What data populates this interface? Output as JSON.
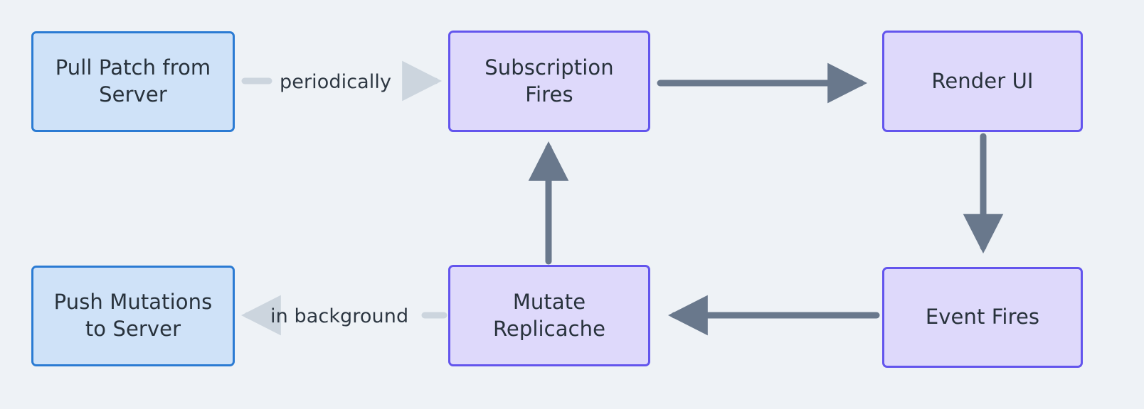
{
  "diagram": {
    "type": "flowchart",
    "title": "",
    "background_color": "#eef2f6",
    "node_colors": {
      "blue_fill": "#cfe2f8",
      "blue_border": "#2b7bd3",
      "purple_fill": "#ded9fb",
      "purple_border": "#6355ed",
      "text": "#28323c",
      "arrow_solid": "#69788c",
      "arrow_muted": "#ccd5de"
    },
    "nodes": [
      {
        "id": "pull",
        "label": "Pull Patch from\nServer",
        "style": "blue"
      },
      {
        "id": "subscription",
        "label": "Subscription\nFires",
        "style": "purple"
      },
      {
        "id": "render",
        "label": "Render UI",
        "style": "purple"
      },
      {
        "id": "push",
        "label": "Push Mutations\nto Server",
        "style": "blue"
      },
      {
        "id": "mutate",
        "label": "Mutate\nReplicache",
        "style": "purple"
      },
      {
        "id": "event",
        "label": "Event Fires",
        "style": "purple"
      }
    ],
    "edges": [
      {
        "id": "e1",
        "from": "pull",
        "to": "subscription",
        "label": "periodically",
        "style": "muted"
      },
      {
        "id": "e2",
        "from": "subscription",
        "to": "render",
        "label": "",
        "style": "solid"
      },
      {
        "id": "e3",
        "from": "render",
        "to": "event",
        "label": "",
        "style": "solid"
      },
      {
        "id": "e4",
        "from": "event",
        "to": "mutate",
        "label": "",
        "style": "solid"
      },
      {
        "id": "e5",
        "from": "mutate",
        "to": "push",
        "label": "in background",
        "style": "muted"
      },
      {
        "id": "e6",
        "from": "mutate",
        "to": "subscription",
        "label": "",
        "style": "solid"
      }
    ]
  }
}
